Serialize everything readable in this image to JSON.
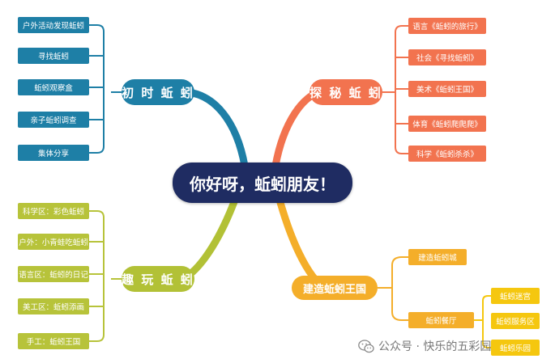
{
  "center": "你好呀，蚯蚓朋友！",
  "colors": {
    "blue": "#1e7fa6",
    "orange": "#f2734f",
    "green": "#b2c136",
    "yellow": "#f4ae2a",
    "gold": "#f5c70f",
    "navy": "#1f2c62"
  },
  "branches": {
    "chushi": {
      "label": "初 时 蚯 蚓",
      "items": [
        "户外活动发现蚯蚓",
        "寻找蚯蚓",
        "蚯蚓观察盒",
        "亲子蚯蚓调查",
        "集体分享"
      ]
    },
    "tanmi": {
      "label": "探 秘 蚯 蚓",
      "items": [
        "语言《蚯蚓的旅行》",
        "社会《寻找蚯蚓》",
        "美术《蚯蚓王国》",
        "体育《蚯蚓爬爬爬》",
        "科学《蚯蚓杀杀》"
      ]
    },
    "quwan": {
      "label": "趣 玩 蚯 蚓",
      "items": [
        "科学区：彩色蚯蚓",
        "户外：小青蛙吃蚯蚓",
        "语言区：蚯蚓的日记",
        "美工区：蚯蚓添画",
        "手工：蚯蚓王国"
      ]
    },
    "jianzao": {
      "label": "建造蚯蚓王国",
      "items": [
        "建造蚯蚓城",
        "蚯蚓餐厅"
      ],
      "sub_items": [
        "蚯蚓迷宫",
        "蚯蚓服务区",
        "蚯蚓乐园"
      ]
    }
  },
  "watermark": {
    "text": "公众号 · 快乐的五彩园",
    "icon": "wechat-icon"
  }
}
